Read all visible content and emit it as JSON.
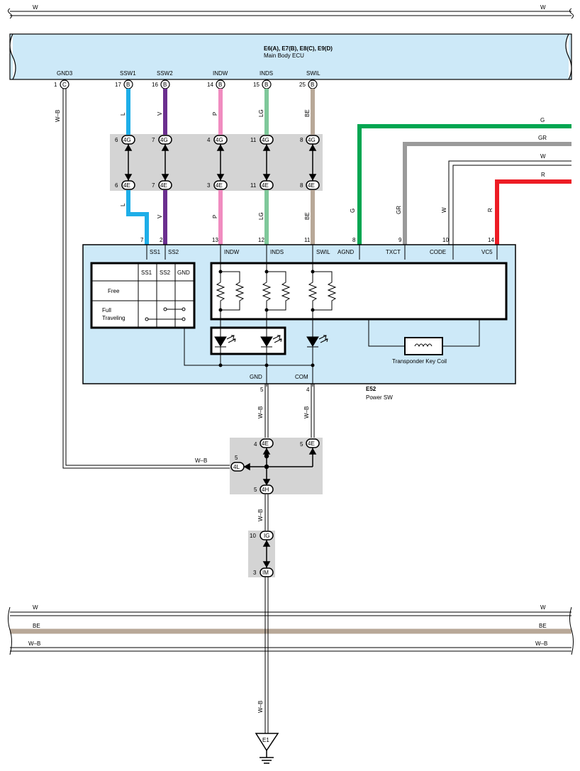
{
  "colors": {
    "ecu_fill": "#cde9f8",
    "connector_box": "#d4d4d4",
    "L": "#1eaee8",
    "V": "#6b2f8f",
    "P": "#f08cc0",
    "LG": "#7fc89a",
    "BE": "#b8a898",
    "G": "#00a651",
    "GR": "#9a9a9a",
    "R": "#ed1c24",
    "W": "#ffffff",
    "W-B": "#000000"
  },
  "top_bus": {
    "left_label": "W",
    "right_label": "W"
  },
  "ecu": {
    "title": "E6(A), E7(B), E8(C), E9(D)",
    "subtitle": "Main Body ECU",
    "pins": [
      {
        "name": "GND3",
        "num": "1",
        "conn": "C",
        "wire": "W–B"
      },
      {
        "name": "SSW1",
        "num": "17",
        "conn": "B",
        "wire": "L"
      },
      {
        "name": "SSW2",
        "num": "16",
        "conn": "B",
        "wire": "V"
      },
      {
        "name": "INDW",
        "num": "14",
        "conn": "B",
        "wire": "P"
      },
      {
        "name": "INDS",
        "num": "15",
        "conn": "B",
        "wire": "LG"
      },
      {
        "name": "SWIL",
        "num": "25",
        "conn": "B",
        "wire": "BE"
      }
    ]
  },
  "junction_4g": [
    {
      "num": "6",
      "id": "4G"
    },
    {
      "num": "7",
      "id": "4G"
    },
    {
      "num": "4",
      "id": "4G"
    },
    {
      "num": "11",
      "id": "4G"
    },
    {
      "num": "8",
      "id": "4G"
    }
  ],
  "junction_4e": [
    {
      "num": "6",
      "id": "4E"
    },
    {
      "num": "7",
      "id": "4E"
    },
    {
      "num": "3",
      "id": "4E"
    },
    {
      "num": "11",
      "id": "4E"
    },
    {
      "num": "8",
      "id": "4E"
    }
  ],
  "lower_wires": [
    "L",
    "V",
    "P",
    "LG",
    "BE"
  ],
  "right_wires": [
    {
      "color": "G",
      "right_label": "G",
      "vert_label": "G",
      "pin": "8",
      "term": "AGND"
    },
    {
      "color": "GR",
      "right_label": "GR",
      "vert_label": "GR",
      "pin": "9",
      "term": "TXCT"
    },
    {
      "color": "W",
      "right_label": "W",
      "vert_label": "W",
      "pin": "10",
      "term": "CODE"
    },
    {
      "color": "R",
      "right_label": "R",
      "vert_label": "R",
      "pin": "14",
      "term": "VC5"
    }
  ],
  "power_sw": {
    "code": "E52",
    "name": "Power SW",
    "top_terms": [
      {
        "pin": "7",
        "name": "SS1"
      },
      {
        "pin": "2",
        "name": "SS2"
      },
      {
        "pin": "13",
        "name": "INDW"
      },
      {
        "pin": "12",
        "name": "INDS"
      },
      {
        "pin": "11",
        "name": "SWIL"
      }
    ],
    "table_headers": [
      "SS1",
      "SS2",
      "GND"
    ],
    "table_rows": [
      "Free",
      "Full Traveling"
    ],
    "coil_label": "Transponder Key Coil",
    "bottom_terms": [
      {
        "pin": "5",
        "name": "GND",
        "wire": "W–B"
      },
      {
        "pin": "4",
        "name": "COM",
        "wire": "W–B"
      }
    ]
  },
  "junction_lower": {
    "left_a": {
      "num": "4",
      "id": "4E"
    },
    "left_b": {
      "num": "5",
      "id": "4E"
    },
    "in_4l": {
      "num": "5",
      "id": "4L",
      "wire": "W–B"
    },
    "out_4h": {
      "num": "5",
      "id": "4H",
      "wire": "W–B"
    }
  },
  "junction_ig": {
    "num": "10",
    "id": "IG"
  },
  "junction_im": {
    "num": "3",
    "id": "IM"
  },
  "bottom_buses": [
    {
      "label_left": "W",
      "label_right": "W"
    },
    {
      "label_left": "BE",
      "label_right": "BE"
    },
    {
      "label_left": "W–B",
      "label_right": "W–B"
    }
  ],
  "ground": {
    "wire": "W–B",
    "label": "E1"
  }
}
